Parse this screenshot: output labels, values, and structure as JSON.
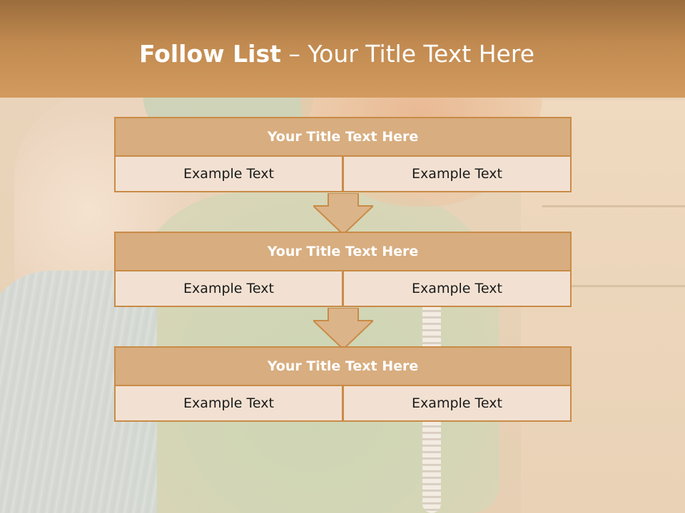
{
  "slide": {
    "title_bold": "Follow List",
    "title_separator": " – ",
    "title_rest": "Your Title Text Here"
  },
  "blocks": [
    {
      "heading": "Your Title Text Here",
      "left": "Example Text",
      "right": "Example Text"
    },
    {
      "heading": "Your Title Text Here",
      "left": "Example Text",
      "right": "Example Text"
    },
    {
      "heading": "Your Title Text Here",
      "left": "Example Text",
      "right": "Example Text"
    }
  ],
  "colors": {
    "header_top": "#9b6d3c",
    "header_bottom": "#d39b5e",
    "block_heading_fill": "#d8ad7f",
    "block_border": "#c98b47",
    "cell_fill": "#f2e1d2"
  }
}
